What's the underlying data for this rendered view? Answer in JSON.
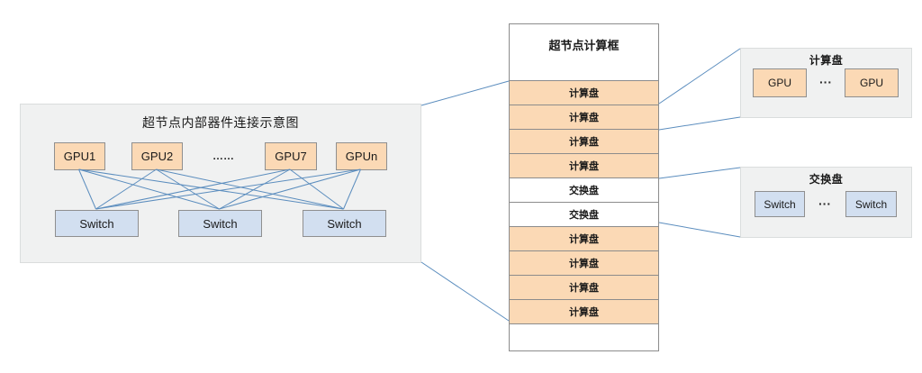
{
  "left_panel": {
    "title": "超节点内部器件连接示意图",
    "gpu_labels": [
      "GPU1",
      "GPU2",
      "GPU7",
      "GPUn"
    ],
    "gpu_ellipsis": "……",
    "switch_labels": [
      "Switch",
      "Switch",
      "Switch"
    ]
  },
  "rack": {
    "title": "超节点计算框",
    "rows": [
      {
        "label": "计算盘",
        "type": "compute"
      },
      {
        "label": "计算盘",
        "type": "compute"
      },
      {
        "label": "计算盘",
        "type": "compute"
      },
      {
        "label": "计算盘",
        "type": "compute"
      },
      {
        "label": "交换盘",
        "type": "switch"
      },
      {
        "label": "交换盘",
        "type": "switch"
      },
      {
        "label": "计算盘",
        "type": "compute"
      },
      {
        "label": "计算盘",
        "type": "compute"
      },
      {
        "label": "计算盘",
        "type": "compute"
      },
      {
        "label": "计算盘",
        "type": "compute"
      }
    ]
  },
  "compute_board_panel": {
    "title": "计算盘",
    "item_labels": [
      "GPU",
      "GPU"
    ],
    "ellipsis": "···"
  },
  "switch_board_panel": {
    "title": "交换盘",
    "item_labels": [
      "Switch",
      "Switch"
    ],
    "ellipsis": "···"
  },
  "colors": {
    "compute_fill": "#FBD9B5",
    "switch_fill": "#D2DFF0",
    "panel_bg": "#F0F1F1",
    "panel_border": "#DADDDD",
    "box_border": "#8F8F8F",
    "rack_border": "#8C8C8C",
    "connector": "#5B8DBE",
    "text": "#1A1A1A"
  }
}
